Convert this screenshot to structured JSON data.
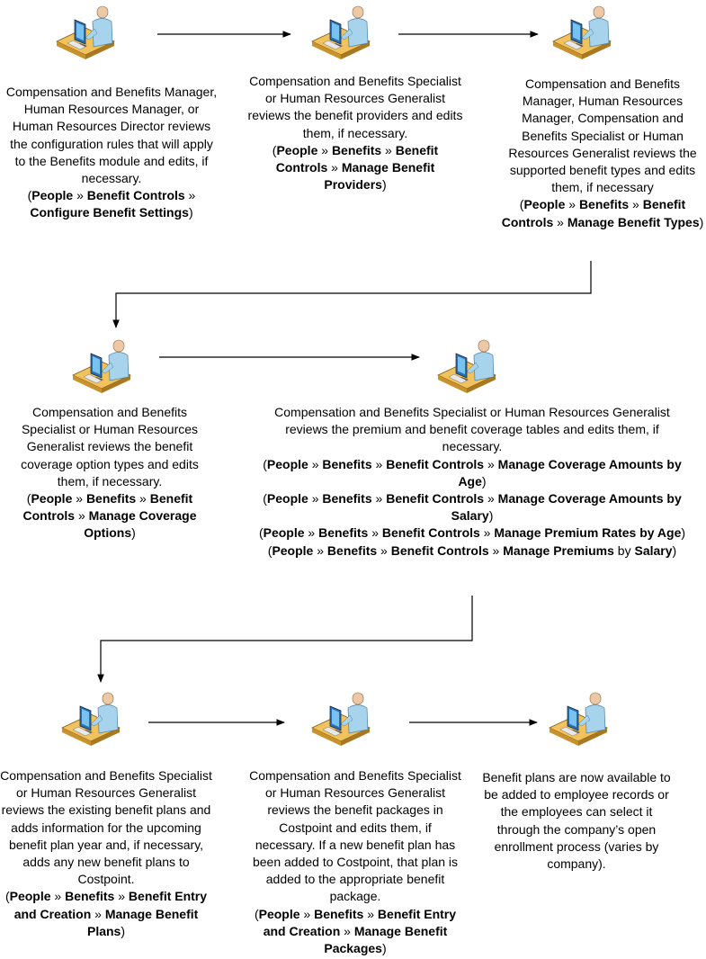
{
  "steps": [
    {
      "desc": "Compensation and Benefits Manager, Human Resources Manager, or Human Resources Director reviews the configuration rules that will apply to the Benefits module and edits, if necessary.",
      "navs": [
        [
          {
            "t": "People",
            "b": true
          },
          {
            "t": " » ",
            "b": false
          },
          {
            "t": "Benefit Controls",
            "b": true
          },
          {
            "t": " » ",
            "b": false
          },
          {
            "t": "Configure Benefit Settings",
            "b": true
          }
        ]
      ]
    },
    {
      "desc": "Compensation and Benefits Specialist or Human Resources Generalist reviews the benefit providers and edits them, if necessary.",
      "navs": [
        [
          {
            "t": "People",
            "b": true
          },
          {
            "t": " » ",
            "b": false
          },
          {
            "t": "Benefits",
            "b": true
          },
          {
            "t": " » ",
            "b": false
          },
          {
            "t": "Benefit Controls",
            "b": true
          },
          {
            "t": " » ",
            "b": false
          },
          {
            "t": "Manage Benefit Providers",
            "b": true
          }
        ]
      ]
    },
    {
      "desc": "Compensation and Benefits Manager, Human Resources Manager, Compensation and Benefits Specialist or Human Resources Generalist reviews the supported benefit types and edits them, if necessary",
      "navs": [
        [
          {
            "t": "People",
            "b": true
          },
          {
            "t": " » ",
            "b": false
          },
          {
            "t": "Benefits",
            "b": true
          },
          {
            "t": " » ",
            "b": false
          },
          {
            "t": "Benefit Controls",
            "b": true
          },
          {
            "t": " » ",
            "b": false
          },
          {
            "t": "Manage Benefit Types",
            "b": true
          }
        ]
      ]
    },
    {
      "desc": "Compensation and Benefits Specialist or Human Resources Generalist reviews the benefit coverage option types and edits them, if necessary.",
      "navs": [
        [
          {
            "t": "People",
            "b": true
          },
          {
            "t": " » ",
            "b": false
          },
          {
            "t": "Benefits",
            "b": true
          },
          {
            "t": " » ",
            "b": false
          },
          {
            "t": "Benefit Controls",
            "b": true
          },
          {
            "t": " » ",
            "b": false
          },
          {
            "t": "Manage Coverage Options",
            "b": true
          }
        ]
      ]
    },
    {
      "desc": "Compensation and Benefits Specialist or Human Resources Generalist reviews the premium and benefit coverage tables and edits them, if necessary.",
      "navs": [
        [
          {
            "t": "People",
            "b": true
          },
          {
            "t": " » ",
            "b": false
          },
          {
            "t": "Benefits",
            "b": true
          },
          {
            "t": " » ",
            "b": false
          },
          {
            "t": "Benefit Controls",
            "b": true
          },
          {
            "t": " » ",
            "b": false
          },
          {
            "t": "Manage Coverage Amounts by Age",
            "b": true
          }
        ],
        [
          {
            "t": "People",
            "b": true
          },
          {
            "t": " » ",
            "b": false
          },
          {
            "t": "Benefits",
            "b": true
          },
          {
            "t": " » ",
            "b": false
          },
          {
            "t": "Benefit Controls",
            "b": true
          },
          {
            "t": " » ",
            "b": false
          },
          {
            "t": "Manage Coverage Amounts by Salary",
            "b": true
          }
        ],
        [
          {
            "t": "People",
            "b": true
          },
          {
            "t": " » ",
            "b": false
          },
          {
            "t": "Benefits",
            "b": true
          },
          {
            "t": " » ",
            "b": false
          },
          {
            "t": "Benefit Controls",
            "b": true
          },
          {
            "t": " » ",
            "b": false
          },
          {
            "t": "Manage Premium Rates by Age",
            "b": true
          }
        ],
        [
          {
            "t": "People",
            "b": true
          },
          {
            "t": " » ",
            "b": false
          },
          {
            "t": "Benefits",
            "b": true
          },
          {
            "t": " » ",
            "b": false
          },
          {
            "t": "Benefit Controls",
            "b": true
          },
          {
            "t": " » ",
            "b": false
          },
          {
            "t": "Manage Premiums",
            "b": true
          },
          {
            "t": " by ",
            "b": false
          },
          {
            "t": "Salary",
            "b": true
          }
        ]
      ]
    },
    {
      "desc": "Compensation and Benefits Specialist or Human Resources Generalist reviews the existing benefit plans and adds information for the upcoming benefit plan year and, if necessary, adds any new benefit plans to Costpoint.",
      "navs": [
        [
          {
            "t": "People",
            "b": true
          },
          {
            "t": " » ",
            "b": false
          },
          {
            "t": "Benefits",
            "b": true
          },
          {
            "t": " » ",
            "b": false
          },
          {
            "t": "Benefit Entry and Creation",
            "b": true
          },
          {
            "t": " » ",
            "b": false
          },
          {
            "t": "Manage Benefit Plans",
            "b": true
          }
        ]
      ]
    },
    {
      "desc": "Compensation and Benefits Specialist or Human Resources Generalist reviews the benefit packages in Costpoint and edits them, if necessary.  If a new benefit plan has been added to Costpoint, that plan is added to the appropriate benefit package.",
      "navs": [
        [
          {
            "t": "People",
            "b": true
          },
          {
            "t": " » ",
            "b": false
          },
          {
            "t": "Benefits",
            "b": true
          },
          {
            "t": " » ",
            "b": false
          },
          {
            "t": "Benefit Entry and Creation",
            "b": true
          },
          {
            "t": " » ",
            "b": false
          },
          {
            "t": "Manage Benefit Packages",
            "b": true
          }
        ]
      ]
    },
    {
      "desc": "Benefit plans are now available to be added to employee records or the employees can select it through the company’s open enrollment process (varies by company).",
      "navs": []
    }
  ],
  "colors": {
    "line": "#000000",
    "desk_top": "#f2c35c",
    "desk_side": "#c9922d",
    "skin": "#ecc8a4",
    "shirt": "#a7d3ec",
    "monitor": "#2b6fb3",
    "screen": "#78c2ef"
  }
}
